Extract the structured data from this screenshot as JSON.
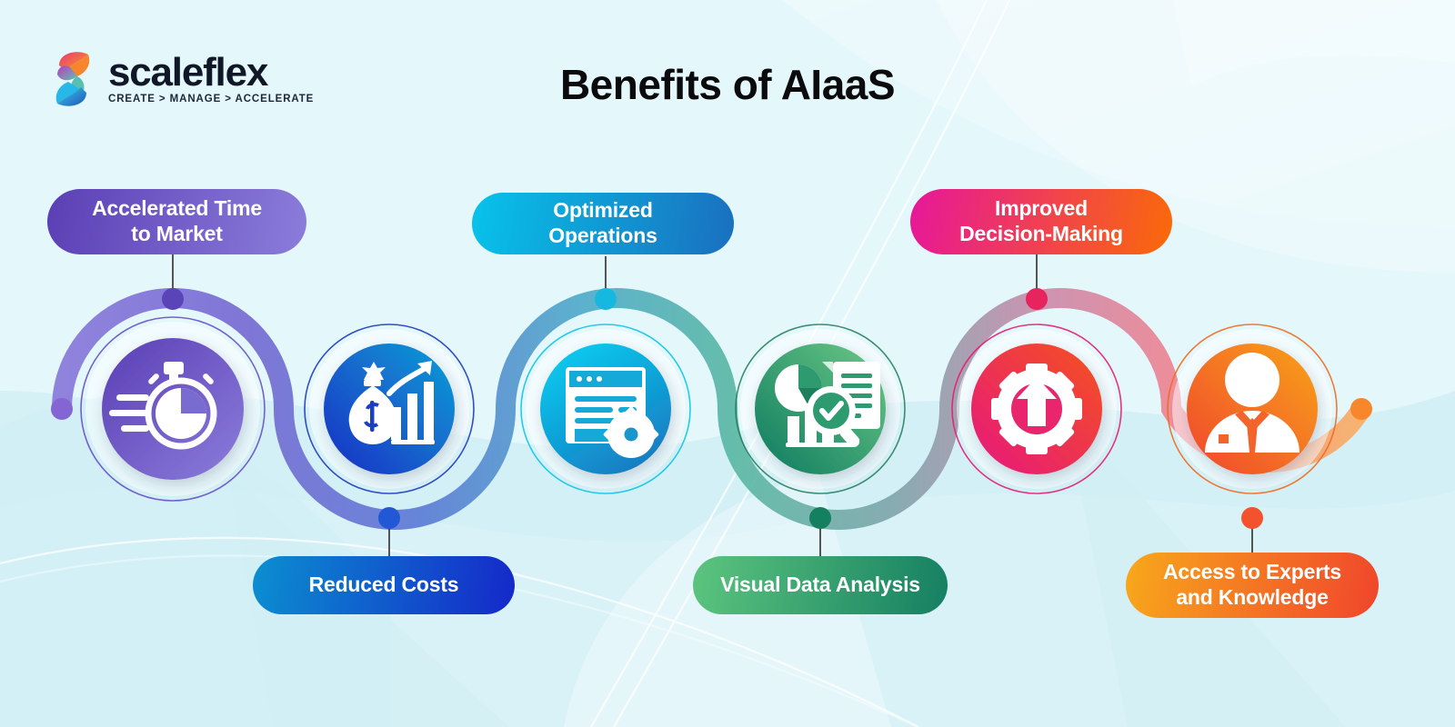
{
  "page": {
    "background_color": "#e4f7fb",
    "title": "Benefits of AIaaS"
  },
  "brand": {
    "name": "scaleflex",
    "tagline": "CREATE > MANAGE > ACCELERATE",
    "logo_icon": "scaleflex-ribbon-logo",
    "text_color": "#101828"
  },
  "flow": {
    "steps": [
      {
        "index": 1,
        "label": "Accelerated Time\nto Market",
        "label_line1": "Accelerated Time",
        "label_line2": "to Market",
        "label_position": "top",
        "icon": "stopwatch-speed-icon",
        "color_start": "#5b3fb5",
        "color_end": "#8b7ddb",
        "pill_start": "#5b3fb5",
        "pill_end": "#8b7ddb",
        "dot_color": "#5a44b8",
        "ring_color": "#6246c4"
      },
      {
        "index": 2,
        "label": "Reduced Costs",
        "label_line1": "Reduced Costs",
        "label_line2": "",
        "label_position": "bottom",
        "icon": "money-bag-growth-chart-icon",
        "color_start": "#1a38c4",
        "color_end": "#0e9fd6",
        "pill_start": "#0b8fd0",
        "pill_end": "#1528c9",
        "dot_color": "#2257d6",
        "ring_color": "#1330b8"
      },
      {
        "index": 3,
        "label": "Optimized\nOperations",
        "label_line1": "Optimized",
        "label_line2": "Operations",
        "label_position": "top",
        "icon": "browser-window-gear-icon",
        "color_start": "#05ccef",
        "color_end": "#1878c0",
        "pill_start": "#07c3ea",
        "pill_end": "#1a6fbe",
        "dot_color": "#16b8e0",
        "ring_color": "#0fc4e8"
      },
      {
        "index": 4,
        "label": "Visual Data Analysis",
        "label_line1": "Visual Data Analysis",
        "label_line2": "",
        "label_position": "bottom",
        "icon": "data-analysis-magnifier-icon",
        "color_start": "#55c27a",
        "color_end": "#0d7a5f",
        "pill_start": "#5cc57e",
        "pill_end": "#157f62",
        "dot_color": "#14805f",
        "ring_color": "#2f9a6d"
      },
      {
        "index": 5,
        "label": "Improved\nDecision-Making",
        "label_line1": "Improved",
        "label_line2": "Decision-Making",
        "label_position": "top",
        "icon": "gear-up-arrow-icon",
        "color_start": "#e6177f",
        "color_end": "#f4511e",
        "pill_start": "#e6179a",
        "pill_end": "#fa6a08",
        "dot_color": "#e8245e",
        "ring_color": "#e61d72"
      },
      {
        "index": 6,
        "label": "Access to Experts\nand Knowledge",
        "label_line1": "Access to Experts",
        "label_line2": "and Knowledge",
        "label_position": "bottom",
        "icon": "business-person-icon",
        "color_start": "#f8a21a",
        "color_end": "#f04a23",
        "pill_start": "#f8a81b",
        "pill_end": "#f0452c",
        "dot_color": "#f4512d",
        "ring_color": "#f26a1d"
      }
    ],
    "ribbon_end_dot_color": "#f8862a",
    "connector_line_color": "#3a3a3a"
  }
}
